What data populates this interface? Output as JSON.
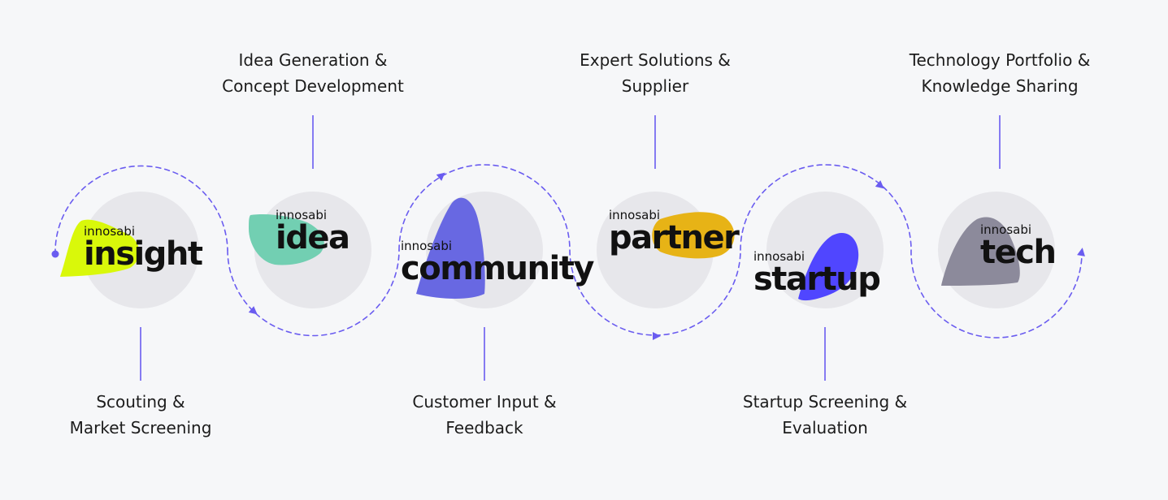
{
  "diagram": {
    "colors": {
      "background": "#f6f7f9",
      "circle": "#e7e7eb",
      "connector": "#6a5cf0",
      "text": "#1c1c1c"
    },
    "products": [
      {
        "id": "insight",
        "prefix": "innosabi",
        "name": "insight",
        "blob_color": "#d9f80a",
        "caption_line1": "Scouting &",
        "caption_line2": "Market Screening",
        "caption_side": "bottom"
      },
      {
        "id": "idea",
        "prefix": "innosabi",
        "name": "idea",
        "blob_color": "#72cfb2",
        "caption_line1": "Idea Generation &",
        "caption_line2": "Concept Development",
        "caption_side": "top"
      },
      {
        "id": "community",
        "prefix": "innosabi",
        "name": "community",
        "blob_color": "#6868e2",
        "caption_line1": "Customer Input &",
        "caption_line2": "Feedback",
        "caption_side": "bottom"
      },
      {
        "id": "partner",
        "prefix": "innosabi",
        "name": "partner",
        "blob_color": "#e7b316",
        "caption_line1": "Expert Solutions &",
        "caption_line2": "Supplier",
        "caption_side": "top"
      },
      {
        "id": "startup",
        "prefix": "innosabi",
        "name": "startup",
        "blob_color": "#5046ff",
        "caption_line1": "Startup Screening &",
        "caption_line2": "Evaluation",
        "caption_side": "bottom"
      },
      {
        "id": "tech",
        "prefix": "innosabi",
        "name": "tech",
        "blob_color": "#8c8a9b",
        "caption_line1": "Technology Portfolio &",
        "caption_line2": "Knowledge Sharing",
        "caption_side": "top"
      }
    ]
  }
}
